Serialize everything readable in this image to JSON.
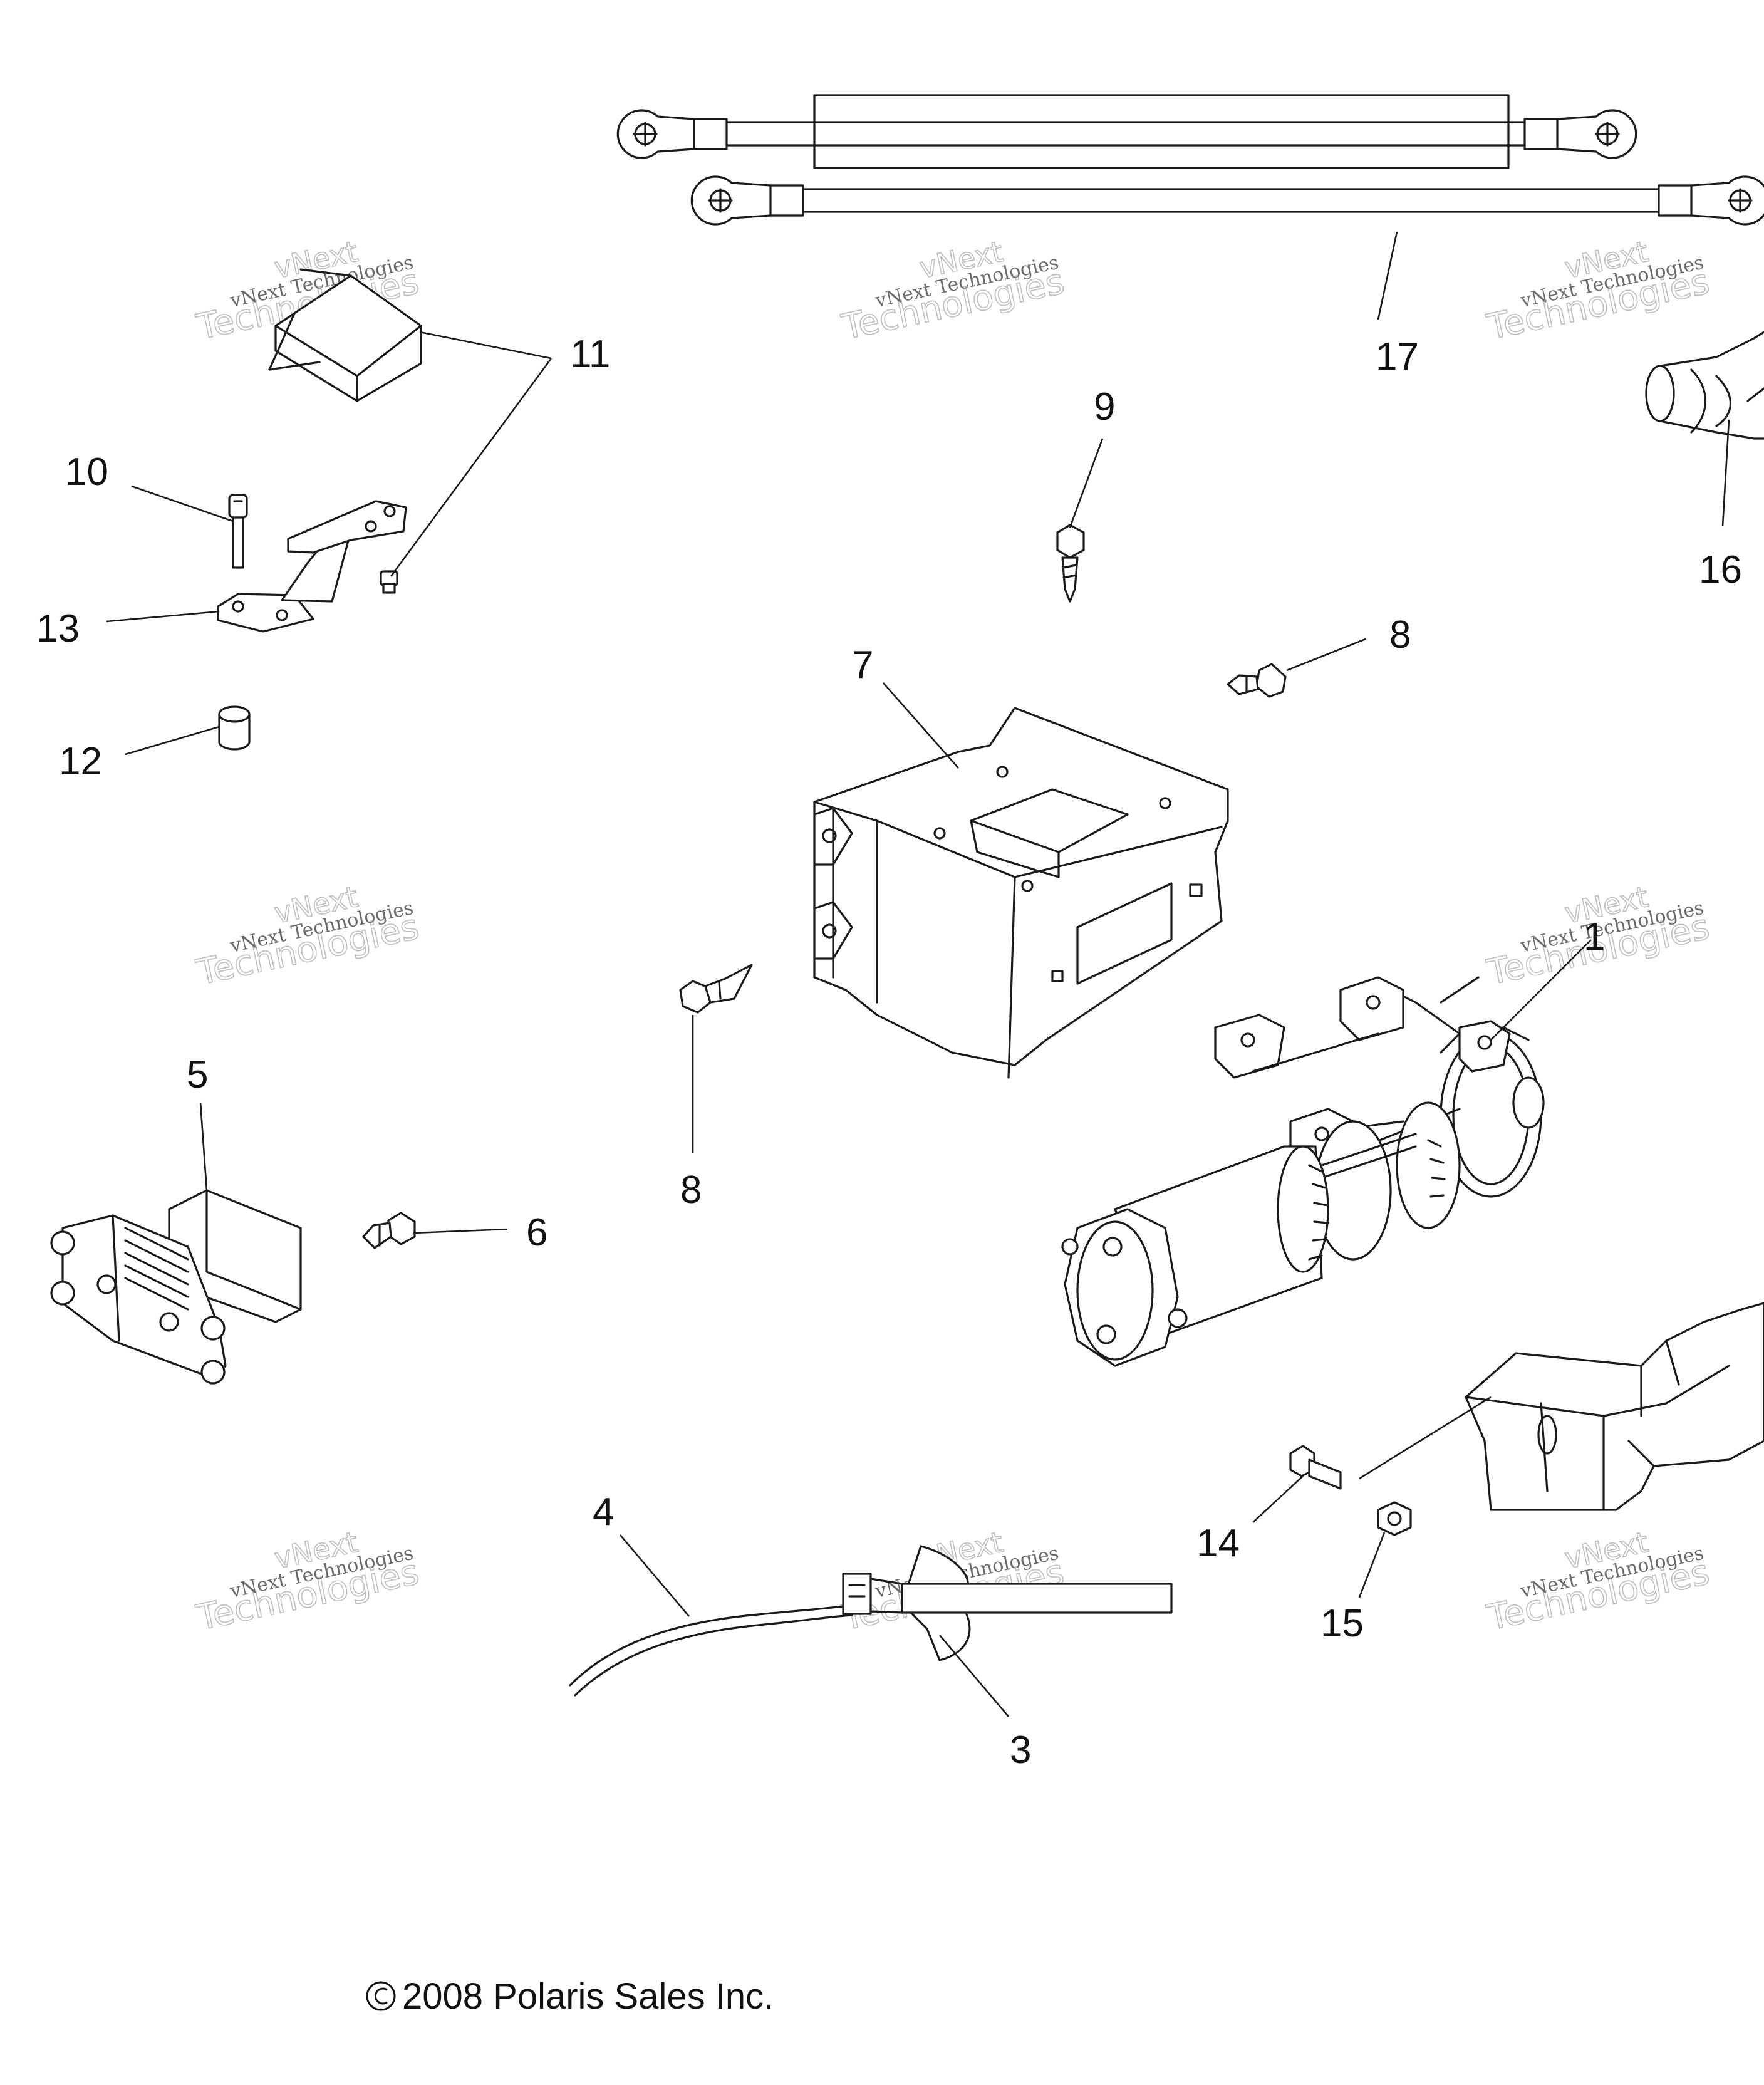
{
  "diagram": {
    "callouts": [
      {
        "id": "1",
        "text": "1"
      },
      {
        "id": "3",
        "text": "3"
      },
      {
        "id": "4",
        "text": "4"
      },
      {
        "id": "5",
        "text": "5"
      },
      {
        "id": "6",
        "text": "6"
      },
      {
        "id": "7",
        "text": "7"
      },
      {
        "id": "8a",
        "text": "8"
      },
      {
        "id": "8b",
        "text": "8"
      },
      {
        "id": "9",
        "text": "9"
      },
      {
        "id": "10",
        "text": "10"
      },
      {
        "id": "11",
        "text": "11"
      },
      {
        "id": "12",
        "text": "12"
      },
      {
        "id": "13",
        "text": "13"
      },
      {
        "id": "14",
        "text": "14"
      },
      {
        "id": "15",
        "text": "15"
      },
      {
        "id": "16",
        "text": "16"
      },
      {
        "id": "17",
        "text": "17"
      }
    ],
    "copyright": "2008 Polaris Sales Inc.",
    "watermark": {
      "line1": "vNext Technologies",
      "line2": "Technologies",
      "line3": "vNext"
    }
  }
}
